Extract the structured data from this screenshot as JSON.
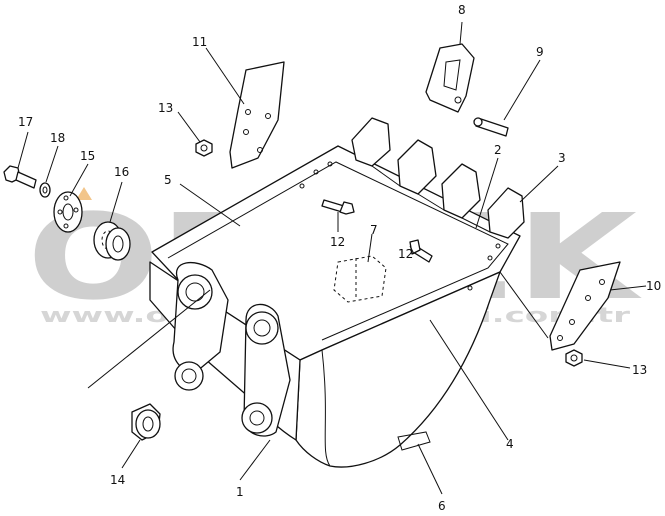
{
  "watermark": {
    "logo_text": "ORNEK",
    "url_text": "www.ornekismakinalari.com.tr",
    "logo_color": "#cfcfcf",
    "accent_color": "#f2c58a"
  },
  "callouts": [
    {
      "id": "c1",
      "label": "1"
    },
    {
      "id": "c2",
      "label": "2"
    },
    {
      "id": "c3",
      "label": "3"
    },
    {
      "id": "c4",
      "label": "4"
    },
    {
      "id": "c5",
      "label": "5"
    },
    {
      "id": "c6",
      "label": "6"
    },
    {
      "id": "c7",
      "label": "7"
    },
    {
      "id": "c8",
      "label": "8"
    },
    {
      "id": "c9",
      "label": "9"
    },
    {
      "id": "c10",
      "label": "10"
    },
    {
      "id": "c11",
      "label": "11"
    },
    {
      "id": "c12a",
      "label": "12"
    },
    {
      "id": "c12b",
      "label": "12"
    },
    {
      "id": "c13a",
      "label": "13"
    },
    {
      "id": "c13b",
      "label": "13"
    },
    {
      "id": "c14",
      "label": "14"
    },
    {
      "id": "c15",
      "label": "15"
    },
    {
      "id": "c16",
      "label": "16"
    },
    {
      "id": "c17",
      "label": "17"
    },
    {
      "id": "c18",
      "label": "18"
    }
  ]
}
